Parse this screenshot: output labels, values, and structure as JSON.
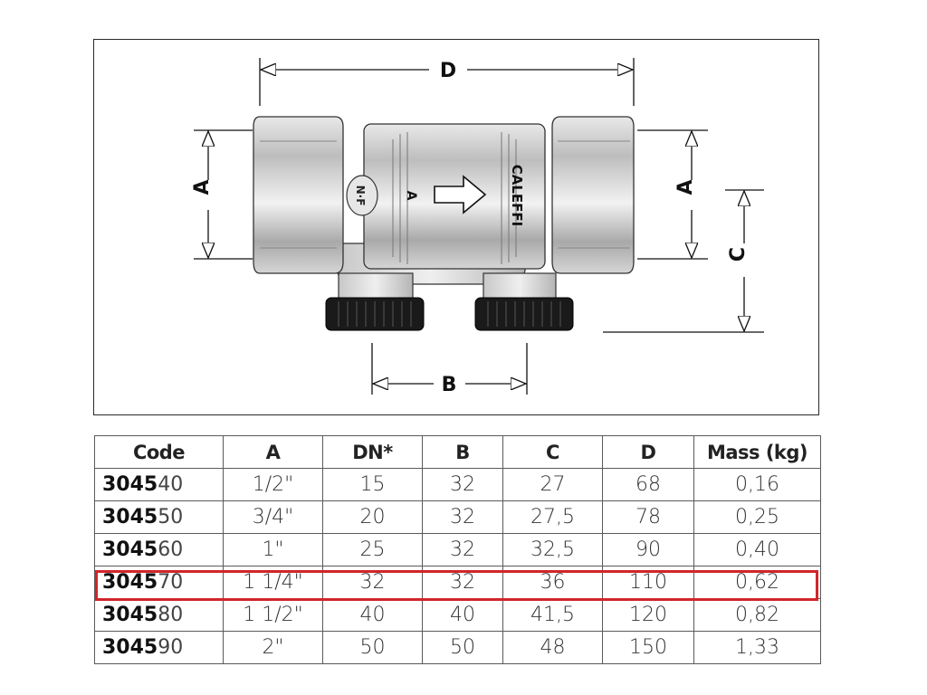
{
  "drawing": {
    "dimension_labels": {
      "a_left": "A",
      "a_right": "A",
      "b": "B",
      "c": "C",
      "d": "D"
    },
    "body_markings": {
      "brand": "CALEFFI",
      "flow_label": "A",
      "logo": "N·F"
    }
  },
  "table": {
    "headers": [
      "Code",
      "A",
      "DN*",
      "B",
      "C",
      "D",
      "Mass (kg)"
    ],
    "rows": [
      {
        "code_prefix": "3045",
        "code_suffix": "40",
        "a": "1/2\"",
        "dn": "15",
        "b": "32",
        "c": "27",
        "d": "68",
        "mass": "0,16"
      },
      {
        "code_prefix": "3045",
        "code_suffix": "50",
        "a": "3/4\"",
        "dn": "20",
        "b": "32",
        "c": "27,5",
        "d": "78",
        "mass": "0,25"
      },
      {
        "code_prefix": "3045",
        "code_suffix": "60",
        "a": "1\"",
        "dn": "25",
        "b": "32",
        "c": "32,5",
        "d": "90",
        "mass": "0,40"
      },
      {
        "code_prefix": "3045",
        "code_suffix": "70",
        "a": "1 1/4\"",
        "dn": "32",
        "b": "32",
        "c": "36",
        "d": "110",
        "mass": "0,62"
      },
      {
        "code_prefix": "3045",
        "code_suffix": "80",
        "a": "1 1/2\"",
        "dn": "40",
        "b": "40",
        "c": "41,5",
        "d": "120",
        "mass": "0,82"
      },
      {
        "code_prefix": "3045",
        "code_suffix": "90",
        "a": "2\"",
        "dn": "50",
        "b": "50",
        "c": "48",
        "d": "150",
        "mass": "1,33"
      }
    ],
    "highlighted_row_code": "304570",
    "highlight_color": "#d0262b"
  }
}
